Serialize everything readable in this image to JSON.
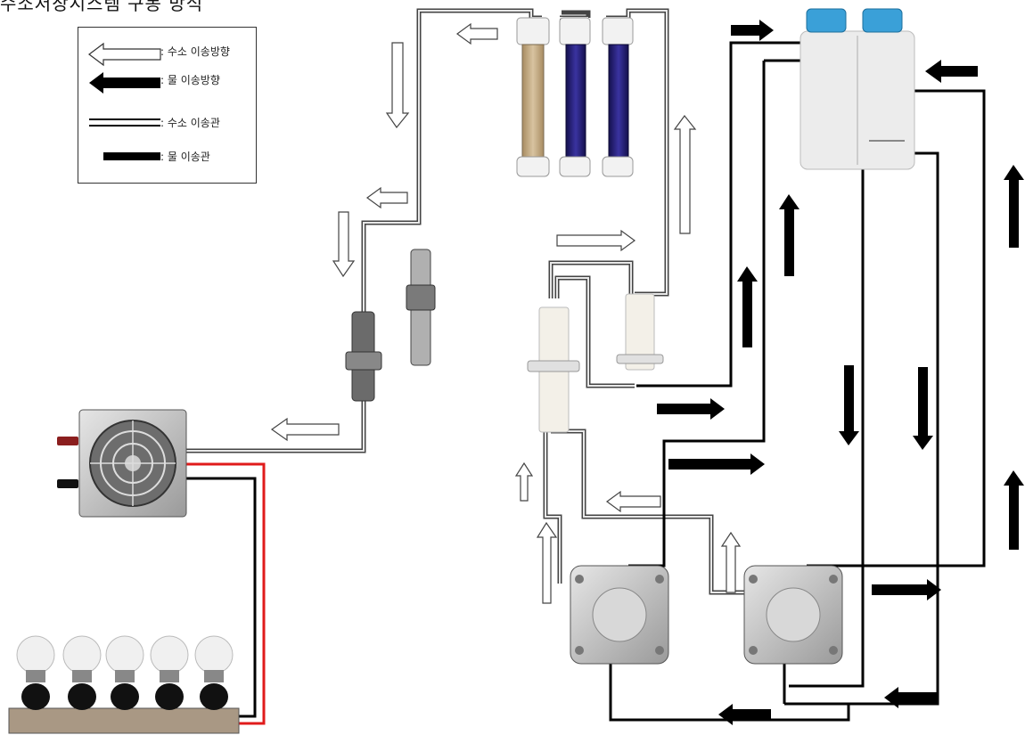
{
  "title": "수소저장시스템 구동 방식",
  "legend": {
    "hydrogen_direction": ": 수소 이송방향",
    "water_direction": ": 물 이송방향",
    "hydrogen_pipe": ": 수소 이송관",
    "water_pipe": ": 물 이송관"
  },
  "colors": {
    "water_pipe": "#000000",
    "hydrogen_pipe": "#555555",
    "electric_positive": "#e01b1b",
    "tank_cap": "#3aa0d8",
    "dryer_column_blue": "#1f1a6b",
    "dryer_column_tan": "#b9a07a"
  },
  "components": [
    "fuel-cell",
    "led-lamps",
    "pressure-regulator",
    "dryer-columns",
    "gas-separators",
    "electrolyzers",
    "water-tank"
  ]
}
